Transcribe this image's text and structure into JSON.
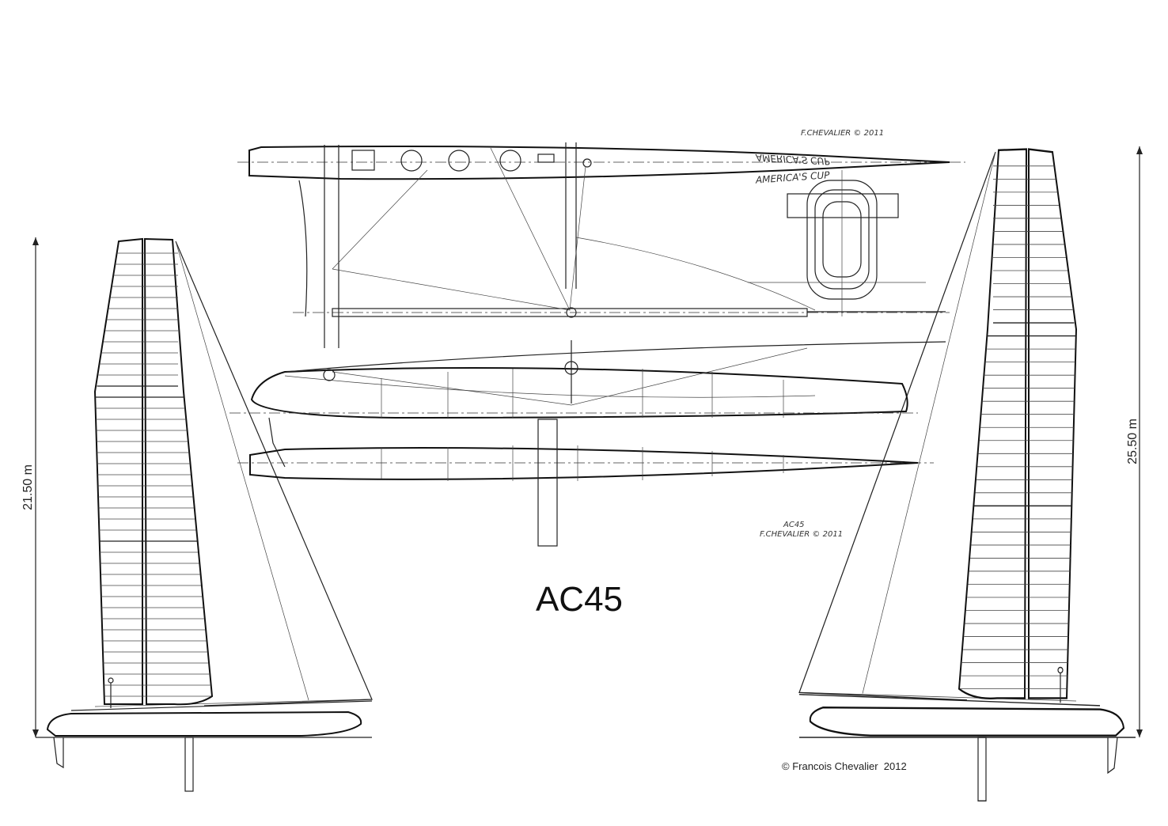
{
  "title": "AC45",
  "left_boat": {
    "height_label": "21.50 m"
  },
  "right_boat": {
    "height_label": "25.50 m"
  },
  "plan_signature": "F.CHEVALIER © 2011",
  "hull_lettering": {
    "top": "AMERICA'S CUP",
    "bottom": "AMERICA'S CUP"
  },
  "profile_caption": {
    "model": "AC45",
    "signature": "F.CHEVALIER © 2011"
  },
  "copyright": "© Francois Chevalier  2012"
}
